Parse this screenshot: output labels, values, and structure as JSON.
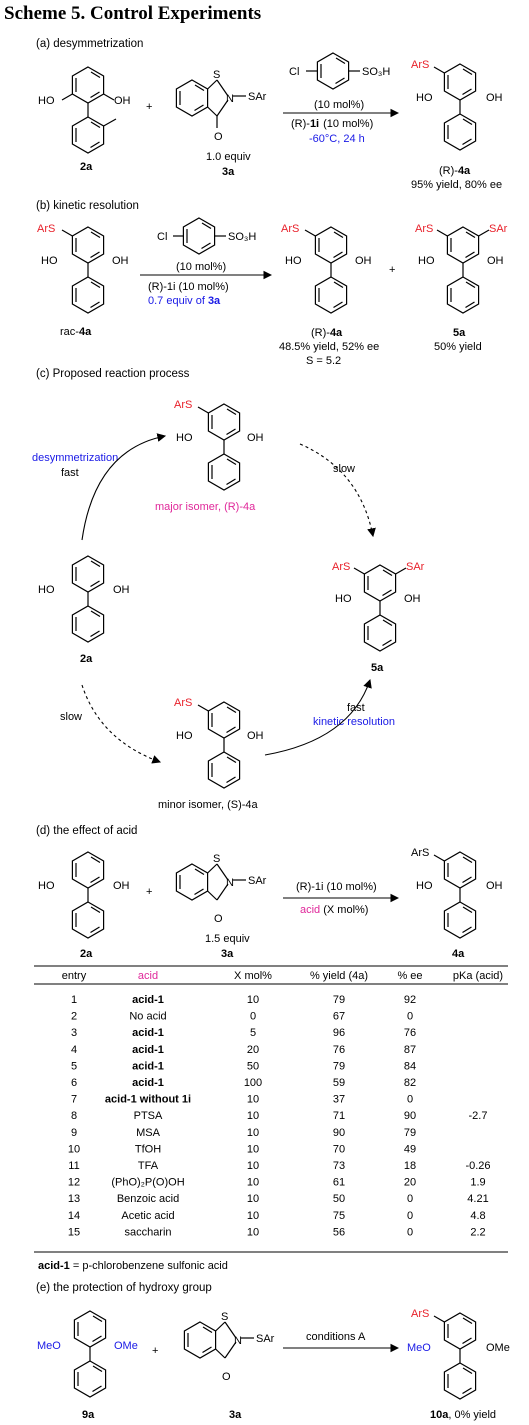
{
  "title": "Scheme 5. Control Experiments",
  "a": {
    "heading": "(a) desymmetrization",
    "catalyst_formula_left": "Cl",
    "catalyst_formula_right": "SO₃H",
    "loading": "(10 mol%)",
    "cat_prefix": "(R)-",
    "cat_id": "1i",
    "cat_load": "(10 mol%)",
    "temp": "-60°C, 24 h",
    "equiv": "1.0 equiv",
    "sm_label": "2a",
    "reagent_label": "3a",
    "product_prefix": "(R)-",
    "product_id": "4a",
    "result": "95% yield, 80% ee"
  },
  "b": {
    "heading": "(b) kinetic resolution",
    "loading": "(10 mol%)",
    "cat_line": "(R)-1i  (10 mol%)",
    "equiv_pre": "0.7 equiv of ",
    "equiv_id": "3a",
    "sm_pre": "rac-",
    "sm_id": "4a",
    "prod1_prefix": "(R)-",
    "prod1_id": "4a",
    "prod1_result1": "48.5% yield, 52% ee",
    "prod1_result2": "S = 5.2",
    "prod2_id": "5a",
    "prod2_result": "50% yield"
  },
  "c": {
    "heading": "(c) Proposed reaction process",
    "desym": "desymmetrization",
    "fast": "fast",
    "slow_top": "slow",
    "slow_left": "slow",
    "fast2": "fast",
    "kinres": "kinetic resolution",
    "major": "major isomer, (R)-4a",
    "minor": "minor isomer, (S)-4a",
    "sm_id": "2a",
    "prod_id": "5a"
  },
  "d": {
    "heading": "(d) the effect of acid",
    "cond1": "(R)-1i (10 mol%)",
    "cond2_a": "acid",
    "cond2_b": " (X mol%)",
    "equiv": "1.5 equiv",
    "sm_id": "2a",
    "reagent_id": "3a",
    "prod_id": "4a",
    "headers": [
      "entry",
      "acid",
      "X mol%",
      "% yield (4a)",
      "% ee",
      "pKa (acid)"
    ],
    "rows": [
      [
        "1",
        "acid-1",
        "10",
        "79",
        "92",
        ""
      ],
      [
        "2",
        "No acid",
        "0",
        "67",
        "0",
        ""
      ],
      [
        "3",
        "acid-1",
        "5",
        "96",
        "76",
        ""
      ],
      [
        "4",
        "acid-1",
        "20",
        "76",
        "87",
        ""
      ],
      [
        "5",
        "acid-1",
        "50",
        "79",
        "84",
        ""
      ],
      [
        "6",
        "acid-1",
        "100",
        "59",
        "82",
        ""
      ],
      [
        "7",
        "acid-1 without 1i",
        "10",
        "37",
        "0",
        ""
      ],
      [
        "8",
        "PTSA",
        "10",
        "71",
        "90",
        "-2.7"
      ],
      [
        "9",
        "MSA",
        "10",
        "90",
        "79",
        ""
      ],
      [
        "10",
        "TfOH",
        "10",
        "70",
        "49",
        ""
      ],
      [
        "11",
        "TFA",
        "10",
        "73",
        "18",
        "-0.26"
      ],
      [
        "12",
        "(PhO)₂P(O)OH",
        "10",
        "61",
        "20",
        "1.9"
      ],
      [
        "13",
        "Benzoic acid",
        "10",
        "50",
        "0",
        "4.21"
      ],
      [
        "14",
        "Acetic acid",
        "10",
        "75",
        "0",
        "4.8"
      ],
      [
        "15",
        "saccharin",
        "10",
        "56",
        "0",
        "2.2"
      ]
    ],
    "footnote_bold": "acid-1",
    "footnote_rest": " = p-chlorobenzene sulfonic acid"
  },
  "e": {
    "heading": "(e) the protection of hydroxy group",
    "conditions": "conditions A",
    "sm_id": "9a",
    "reagent_id": "3a",
    "prod_id": "10a",
    "prod_result": ", 0% yield",
    "meo": "MeO",
    "ome": "OMe"
  },
  "atoms": {
    "ho": "HO",
    "oh": "OH",
    "ars": "ArS",
    "sar": "SAr",
    "s": "S",
    "n": "N",
    "o": "O"
  }
}
